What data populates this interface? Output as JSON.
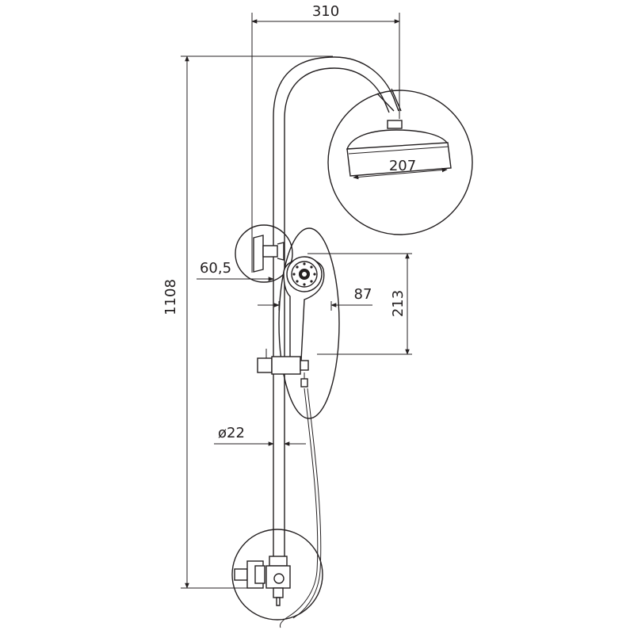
{
  "dimensions": {
    "head_reach": "310",
    "head_diameter": "207",
    "total_height": "1108",
    "bracket_offset": "60,5",
    "hand_shower_width": "87",
    "hand_shower_height": "213",
    "pipe_diameter": "ø22"
  },
  "colors": {
    "line": "#231f20",
    "background": "#ffffff"
  }
}
